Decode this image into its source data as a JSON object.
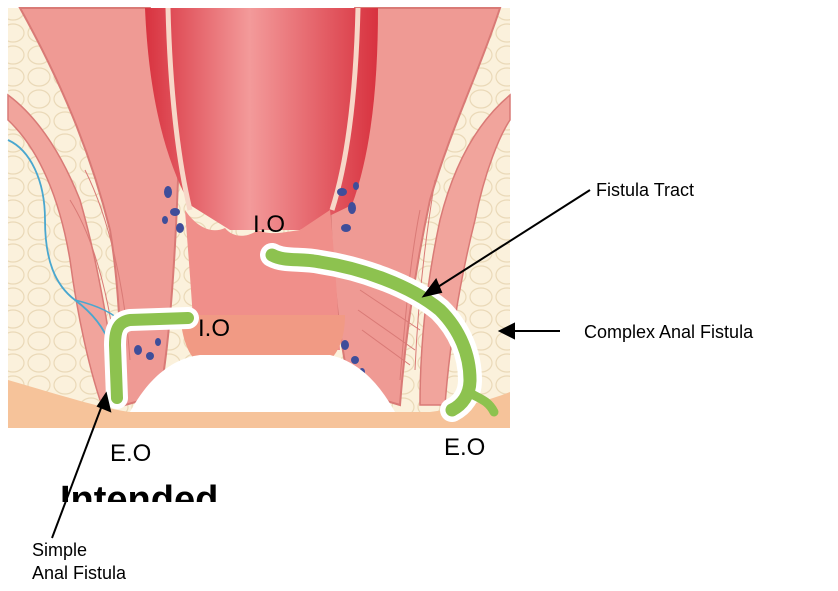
{
  "labels": {
    "io_upper": "I.O",
    "io_lower": "I.O",
    "eo_left": "E.O",
    "eo_right": "E.O",
    "fistula_tract": "Fistula Tract",
    "complex_anal_fistula": "Complex Anal Fistula",
    "simple_line1": "Simple",
    "simple_line2": "Anal Fistula",
    "heading_partial": "Intended"
  },
  "colors": {
    "muscle": "#ef9a94",
    "muscle_dark": "#d97a76",
    "rectum": "#e24a56",
    "rectum_light": "#f3a5a5",
    "canal": "#f08f8a",
    "fat": "#fbf1dc",
    "fat_outline": "#ead9b8",
    "base": "#f6c39a",
    "tract": "#8dc24f",
    "tract_border": "#ffffff",
    "vessel": "#3f4e9a",
    "nerve": "#4aa7cf"
  }
}
